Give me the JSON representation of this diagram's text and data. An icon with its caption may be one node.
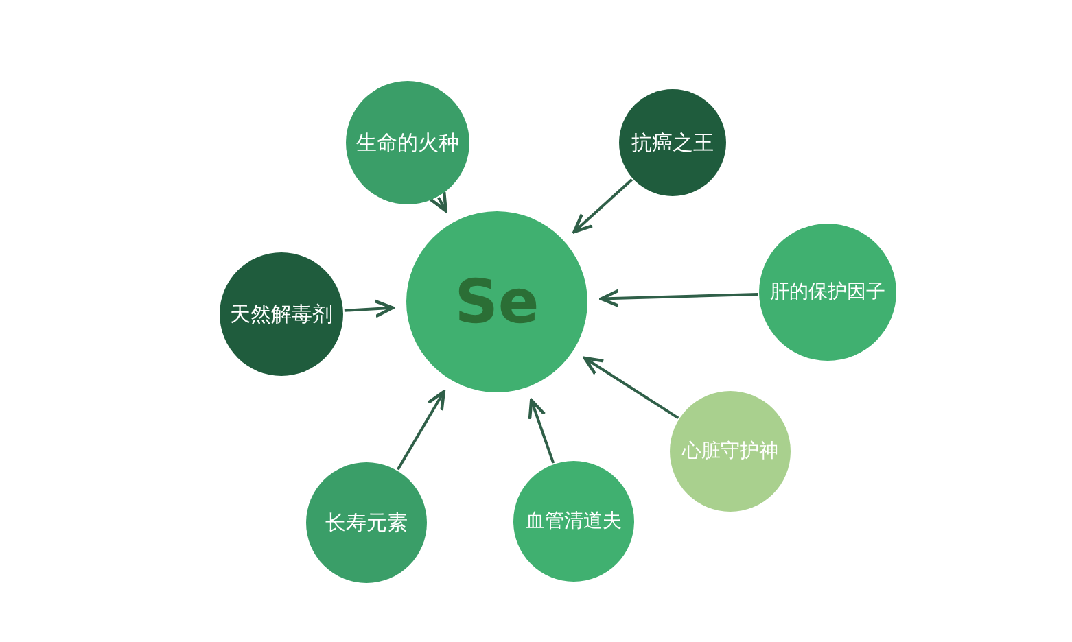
{
  "diagram": {
    "nodes": [
      {
        "text": [
          "生命的火种"
        ]
      },
      {
        "text": [
          "抗癌之王"
        ]
      },
      {
        "text": [
          "天然解毒剂"
        ]
      },
      {
        "text": [
          "Se"
        ]
      },
      {
        "text": [
          "肝的保护因子"
        ]
      },
      {
        "text": [
          "心脏守护神"
        ]
      },
      {
        "text": [
          "长寿元素"
        ]
      },
      {
        "text": [
          "血管清道夫"
        ]
      }
    ],
    "edges": [
      {
        "from": 0,
        "to": 3,
        "arrow": "to"
      },
      {
        "from": 1,
        "to": 3,
        "arrow": "to"
      },
      {
        "from": 2,
        "to": 3,
        "arrow": "to"
      },
      {
        "from": 4,
        "to": 3,
        "arrow": "to"
      },
      {
        "from": 5,
        "to": 3,
        "arrow": "to"
      },
      {
        "from": 6,
        "to": 3,
        "arrow": "to"
      },
      {
        "from": 7,
        "to": 3,
        "arrow": "to"
      }
    ]
  }
}
